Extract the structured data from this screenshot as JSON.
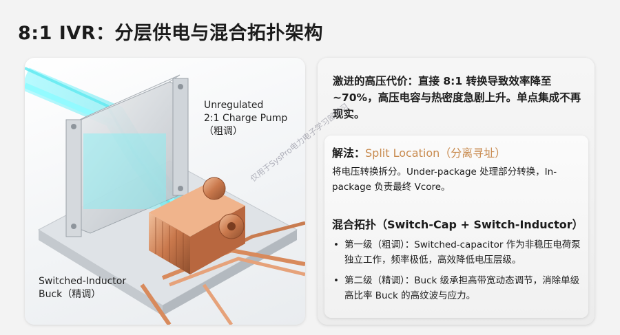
{
  "title": "8:1 IVR：分层供电与混合拓扑架构",
  "diagram": {
    "label_top": [
      "Unregulated",
      "2:1 Charge Pump",
      "（粗调）"
    ],
    "label_bottom": [
      "Switched-Inductor",
      "Buck（精调）"
    ],
    "colors": {
      "beam": "#27e6ec",
      "copper": "#d88a5c",
      "metal": "#c9ced3"
    }
  },
  "panel": {
    "intro": "激进的高压代价：直接 8:1 转换导致效率降至 ~70%，高压电容与热密度急剧上升。单点集成不再现实。",
    "solution_label": "解法：",
    "solution_accent": "Split Location（分离寻址）",
    "solution_body": "将电压转换拆分。Under-package 处理部分转换，In-package 负责最终 Vcore。",
    "mix_title": "混合拓扑（Switch-Cap + Switch-Inductor）",
    "bullets": [
      "第一级（粗调）：Switched-capacitor 作为非稳压电荷泵独立工作，频率极低，高效降低电压层级。",
      "第二级（精调）：Buck 级承担高带宽动态调节，消除单级高比率 Buck 的高纹波与应力。"
    ],
    "bullet_symbol": "•"
  },
  "watermark": "仅用于SysPro电力电子学习部学习"
}
